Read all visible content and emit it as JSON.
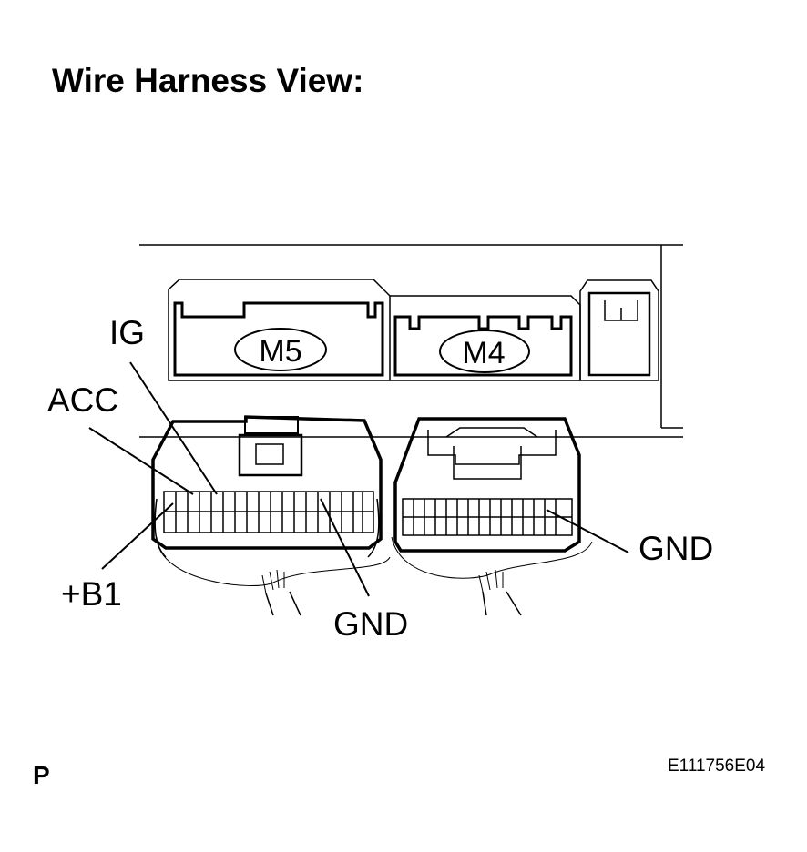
{
  "title": "Wire Harness View:",
  "connectors": [
    {
      "id": "M5",
      "label": "M5"
    },
    {
      "id": "M4",
      "label": "M4"
    }
  ],
  "pin_labels": {
    "ig": "IG",
    "acc": "ACC",
    "b1": "+B1",
    "gnd_m5": "GND",
    "gnd_m4": "GND"
  },
  "footer": {
    "page_marker": "P",
    "figure_code": "E111756E04"
  }
}
